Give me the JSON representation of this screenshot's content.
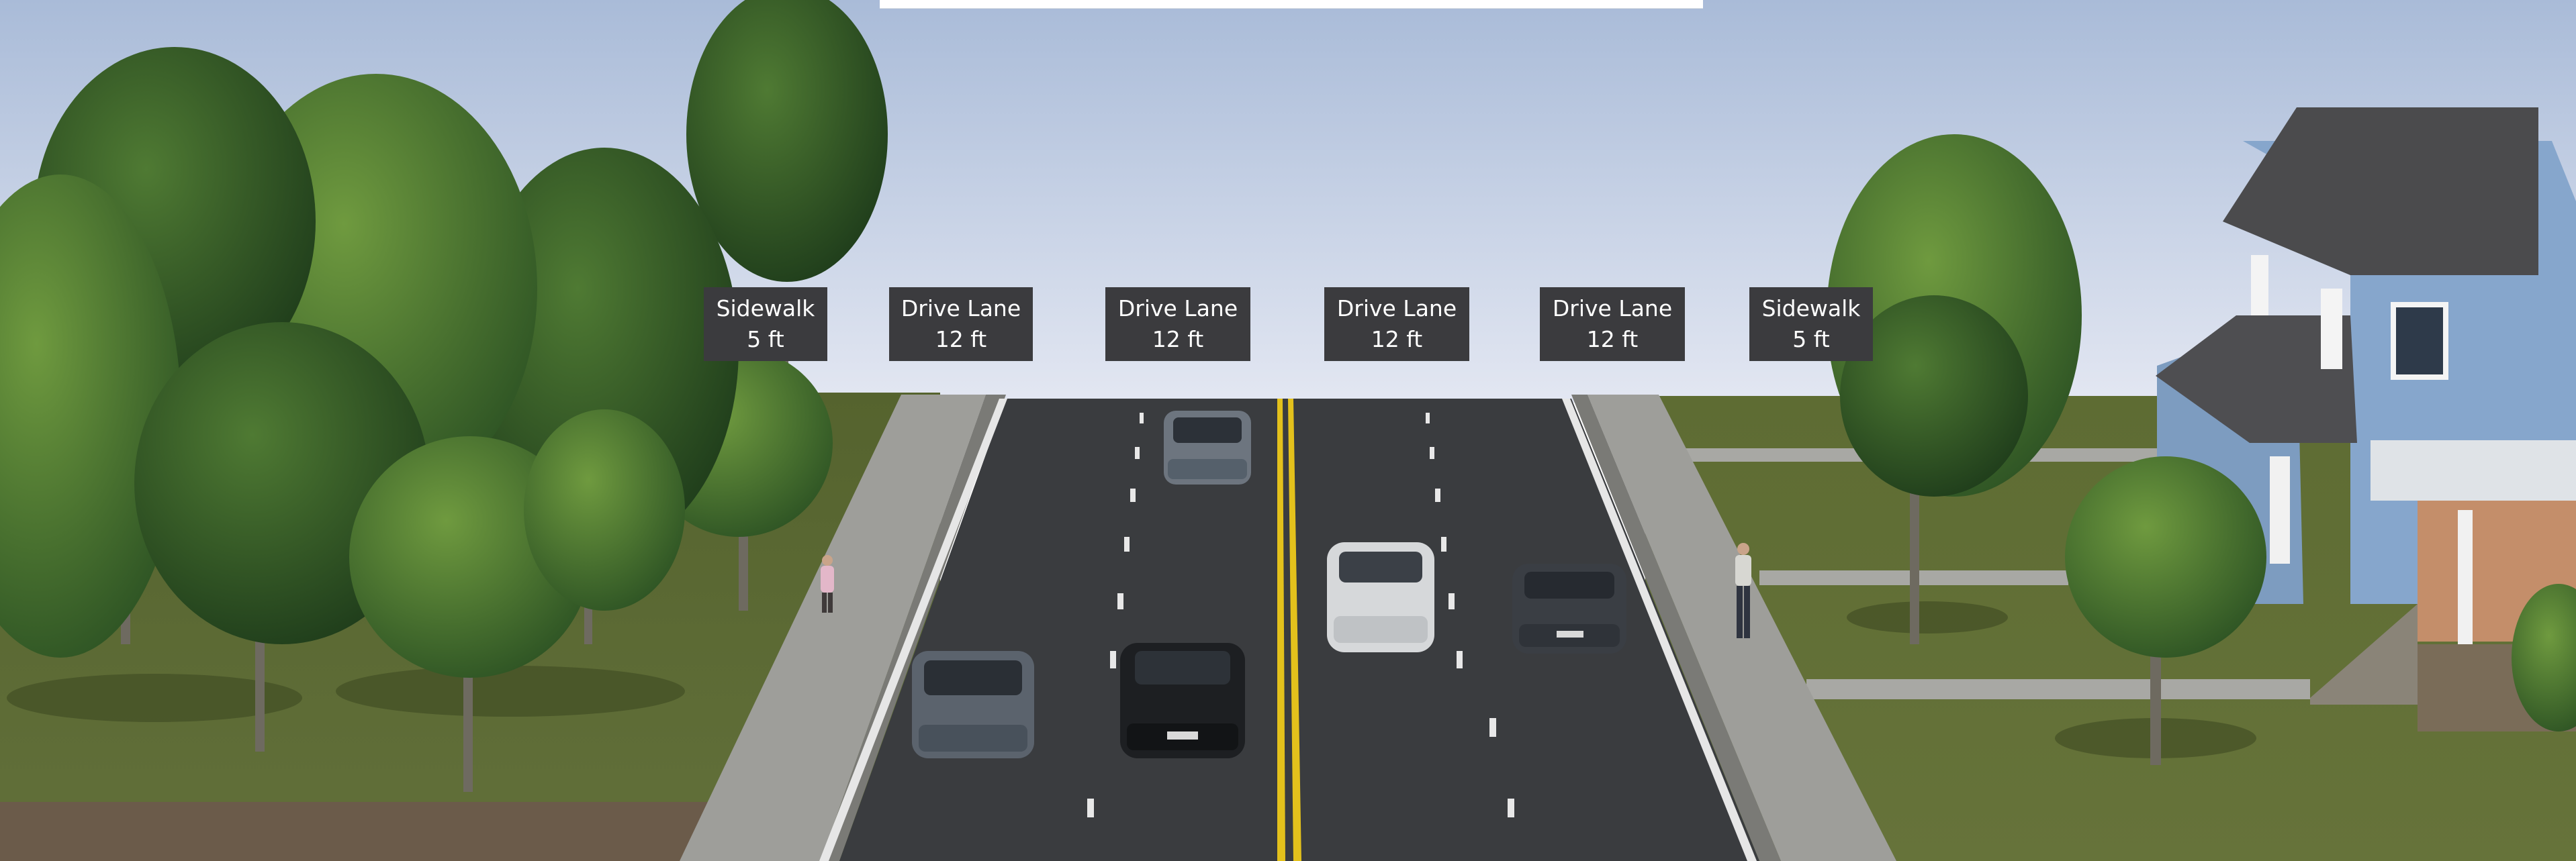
{
  "scene": {
    "description_colors": {
      "sky_top": "#a9bbd8",
      "sky_bottom": "#dfe4f1",
      "grass": "#5d6b35",
      "asphalt": "#3a3c3f",
      "sidewalk": "#9c9c98",
      "center_line": "#e4c21c",
      "house_siding": "#7d9cc0",
      "house_roof": "#4b4b4d"
    }
  },
  "labels": [
    {
      "name": "Sidewalk",
      "width": "5 ft"
    },
    {
      "name": "Drive Lane",
      "width": "12 ft"
    },
    {
      "name": "Drive Lane",
      "width": "12 ft"
    },
    {
      "name": "Drive Lane",
      "width": "12 ft"
    },
    {
      "name": "Drive Lane",
      "width": "12 ft"
    },
    {
      "name": "Sidewalk",
      "width": "5 ft"
    }
  ]
}
